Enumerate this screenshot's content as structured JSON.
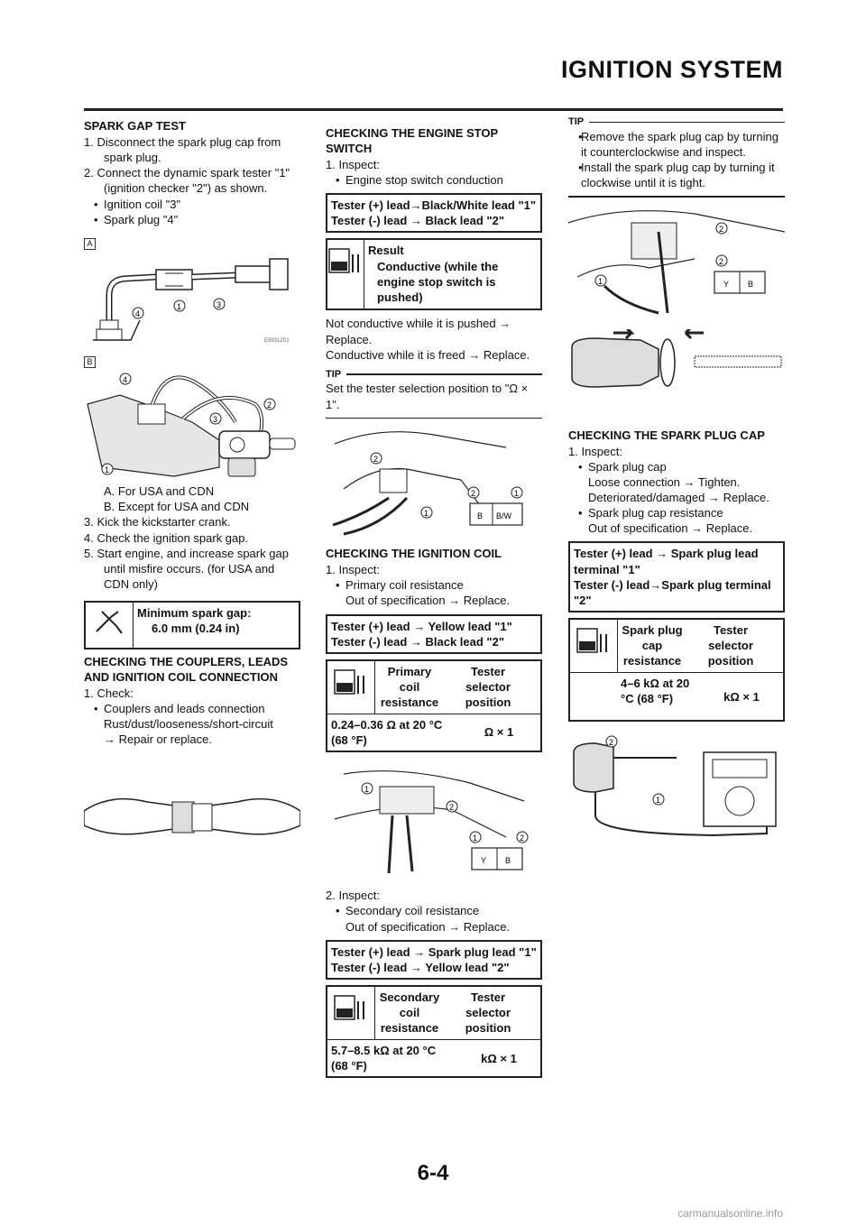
{
  "header": {
    "title": "IGNITION SYSTEM"
  },
  "page_number": "6-4",
  "watermark": "carmanualsonline.info",
  "col1": {
    "spark_gap": {
      "heading": "SPARK GAP TEST",
      "step1": "1. Disconnect the spark plug cap from spark plug.",
      "step2": "2. Connect the dynamic spark tester \"1\" (ignition checker \"2\") as shown.",
      "bullet1": "Ignition coil \"3\"",
      "bullet2": "Spark plug \"4\"",
      "fig_a_label": "A",
      "fig_b_label": "B",
      "fig_a_code": "E9931Z01",
      "caption_a": "A.  For USA and CDN",
      "caption_b": "B.  Except for USA and CDN",
      "step3": "3. Kick the kickstarter crank.",
      "step4": "4. Check the ignition spark gap.",
      "step5": "5. Start engine, and increase spark gap until misfire occurs. (for USA and CDN only)",
      "spec_label": "Minimum spark gap:",
      "spec_value": "6.0 mm (0.24 in)"
    },
    "couplers": {
      "heading": "CHECKING THE COUPLERS, LEADS AND IGNITION COIL CONNECTION",
      "step1": "1. Check:",
      "bullet1": "Couplers and leads connection",
      "detail": "Rust/dust/looseness/short-circuit",
      "action": "→ Repair or replace."
    }
  },
  "col2": {
    "stop_switch": {
      "heading": "CHECKING THE ENGINE STOP SWITCH",
      "step1": "1. Inspect:",
      "bullet1": "Engine stop switch conduction",
      "lead1": "Tester (+) lead→Black/White lead \"1\"",
      "lead2": "Tester (-) lead → Black lead \"2\"",
      "result_label": "Result",
      "result_value": "Conductive (while the engine stop switch is pushed)",
      "note1": "Not conductive while it is pushed → Replace.",
      "note2": "Conductive while it is freed → Replace.",
      "tip_label": "TIP",
      "tip_text": "Set the tester selection position to \"Ω × 1\".",
      "connector_left": "B",
      "connector_right": "B/W"
    },
    "ignition_coil": {
      "heading": "CHECKING THE IGNITION COIL",
      "step1": "1. Inspect:",
      "bullet1": "Primary coil resistance",
      "action1": "Out of specification → Replace.",
      "lead1": "Tester (+) lead → Yellow lead \"1\"",
      "lead2": "Tester (-) lead → Black lead \"2\"",
      "col_a": "Primary coil resistance",
      "col_b": "Tester selector position",
      "val_a": "0.24–0.36 Ω at 20 °C (68 °F)",
      "val_b": "Ω × 1",
      "connector_left": "Y",
      "connector_right": "B",
      "step2": "2. Inspect:",
      "bullet2": "Secondary coil resistance",
      "action2": "Out of specification → Replace.",
      "lead3": "Tester (+) lead → Spark plug lead \"1\"",
      "lead4": "Tester (-) lead → Yellow lead \"2\"",
      "col_c": "Secondary coil resistance",
      "col_d": "Tester selector position",
      "val_c": "5.7–8.5 kΩ at 20 °C (68 °F)",
      "val_d": "kΩ × 1"
    }
  },
  "col3": {
    "tip_label": "TIP",
    "tip1": "Remove the spark plug cap by turning it counterclockwise and inspect.",
    "tip2": "Install the spark plug cap by turning it clockwise until it is tight.",
    "connector_left": "Y",
    "connector_right": "B",
    "plug_cap": {
      "heading": "CHECKING THE SPARK PLUG CAP",
      "step1": "1. Inspect:",
      "bullet1": "Spark plug cap",
      "detail1": "Loose connection → Tighten.",
      "detail2": "Deteriorated/damaged → Replace.",
      "bullet2": "Spark plug cap resistance",
      "detail3": "Out of specification → Replace.",
      "lead1": "Tester (+) lead → Spark plug lead terminal \"1\"",
      "lead2": "Tester (-) lead→Spark plug terminal \"2\"",
      "col_a": "Spark plug cap resistance",
      "col_b": "Tester selector position",
      "val_a": "4–6 kΩ at 20 °C (68 °F)",
      "val_b": "kΩ × 1"
    }
  }
}
